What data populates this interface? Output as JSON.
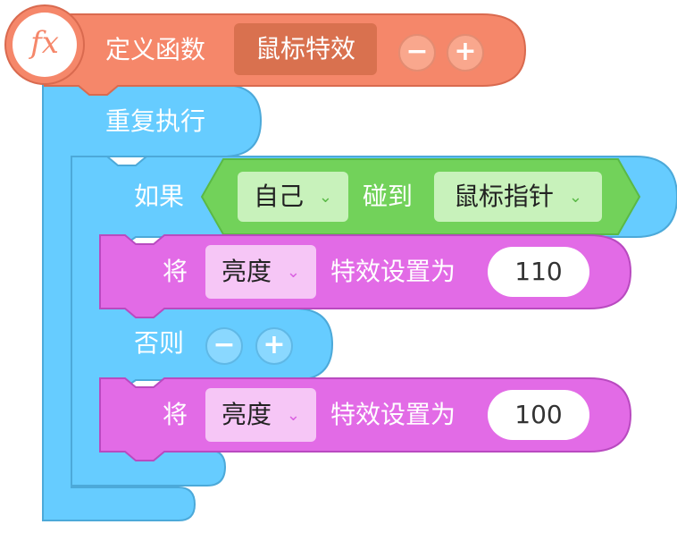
{
  "define": {
    "icon": "fx",
    "label": "定义函数",
    "function_name": "鼠标特效",
    "minus": "−",
    "plus": "+"
  },
  "repeat": {
    "label": "重复执行"
  },
  "if_block": {
    "label": "如果",
    "sensing": {
      "target": "自己",
      "verb": "碰到",
      "object": "鼠标指针"
    }
  },
  "set_then": {
    "label": "将",
    "effect": "亮度",
    "suffix": "特效设置为",
    "value": "110"
  },
  "else_block": {
    "label": "否则",
    "minus": "−",
    "plus": "+"
  },
  "set_else": {
    "label": "将",
    "effect": "亮度",
    "suffix": "特效设置为",
    "value": "100"
  },
  "colors": {
    "define_bg": "#F5876A",
    "define_border": "#D96A4F",
    "control_bg": "#66CCFF",
    "control_border": "#4CA9D9",
    "sensing_bg": "#72D25A",
    "looks_bg": "#E26BE6",
    "looks_border": "#B94AC0"
  },
  "icons": {
    "dropdown": "chevron-down-icon",
    "function": "fx-icon"
  }
}
